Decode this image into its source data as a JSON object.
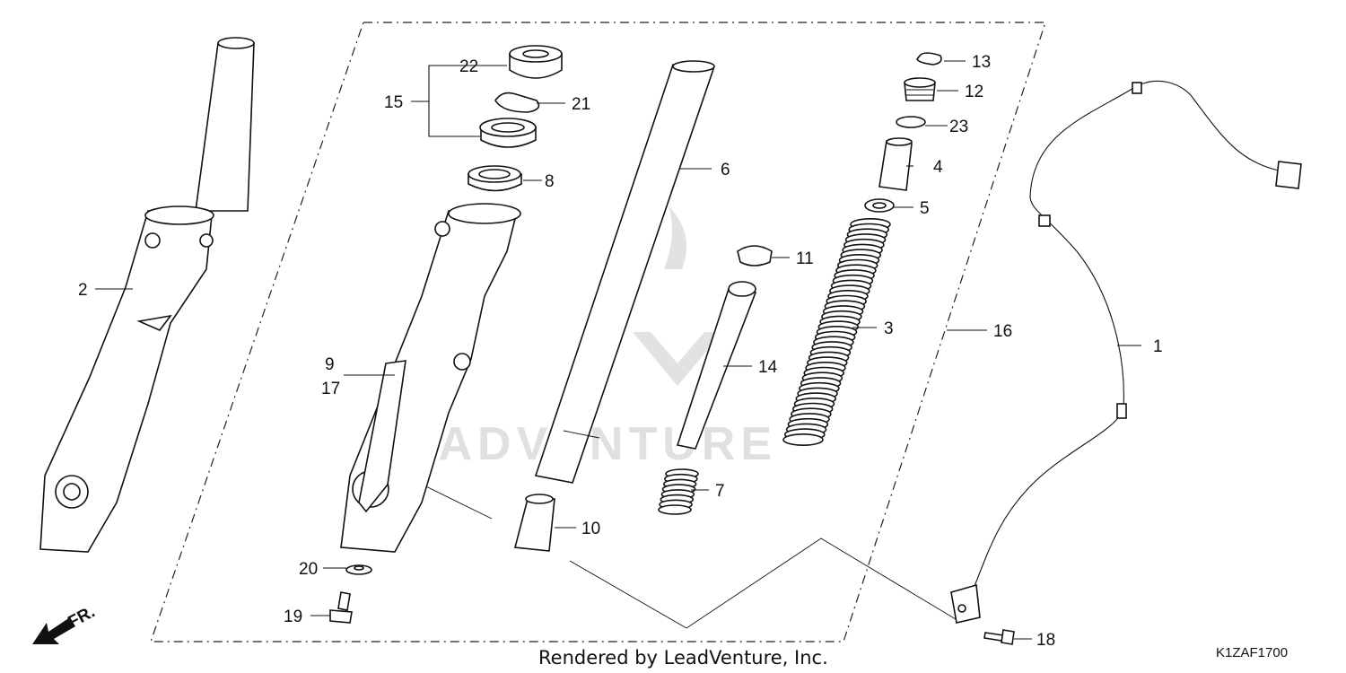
{
  "diagram": {
    "footer_text": "Rendered by LeadVenture, Inc.",
    "diagram_code": "K1ZAF1700",
    "direction_label": "FR.",
    "watermark_text": "LEADVENTURE",
    "part_numbers": {
      "p1": "1",
      "p2": "2",
      "p3": "3",
      "p4": "4",
      "p5": "5",
      "p6": "6",
      "p7": "7",
      "p8": "8",
      "p9": "9",
      "p10": "10",
      "p11": "11",
      "p12": "12",
      "p13": "13",
      "p14": "14",
      "p15": "15",
      "p16": "16",
      "p17": "17",
      "p18": "18",
      "p19": "19",
      "p20": "20",
      "p21": "21",
      "p22": "22",
      "p23": "23"
    }
  },
  "colors": {
    "line": "#111111",
    "background": "#ffffff",
    "watermark": "#e2e2e2"
  }
}
